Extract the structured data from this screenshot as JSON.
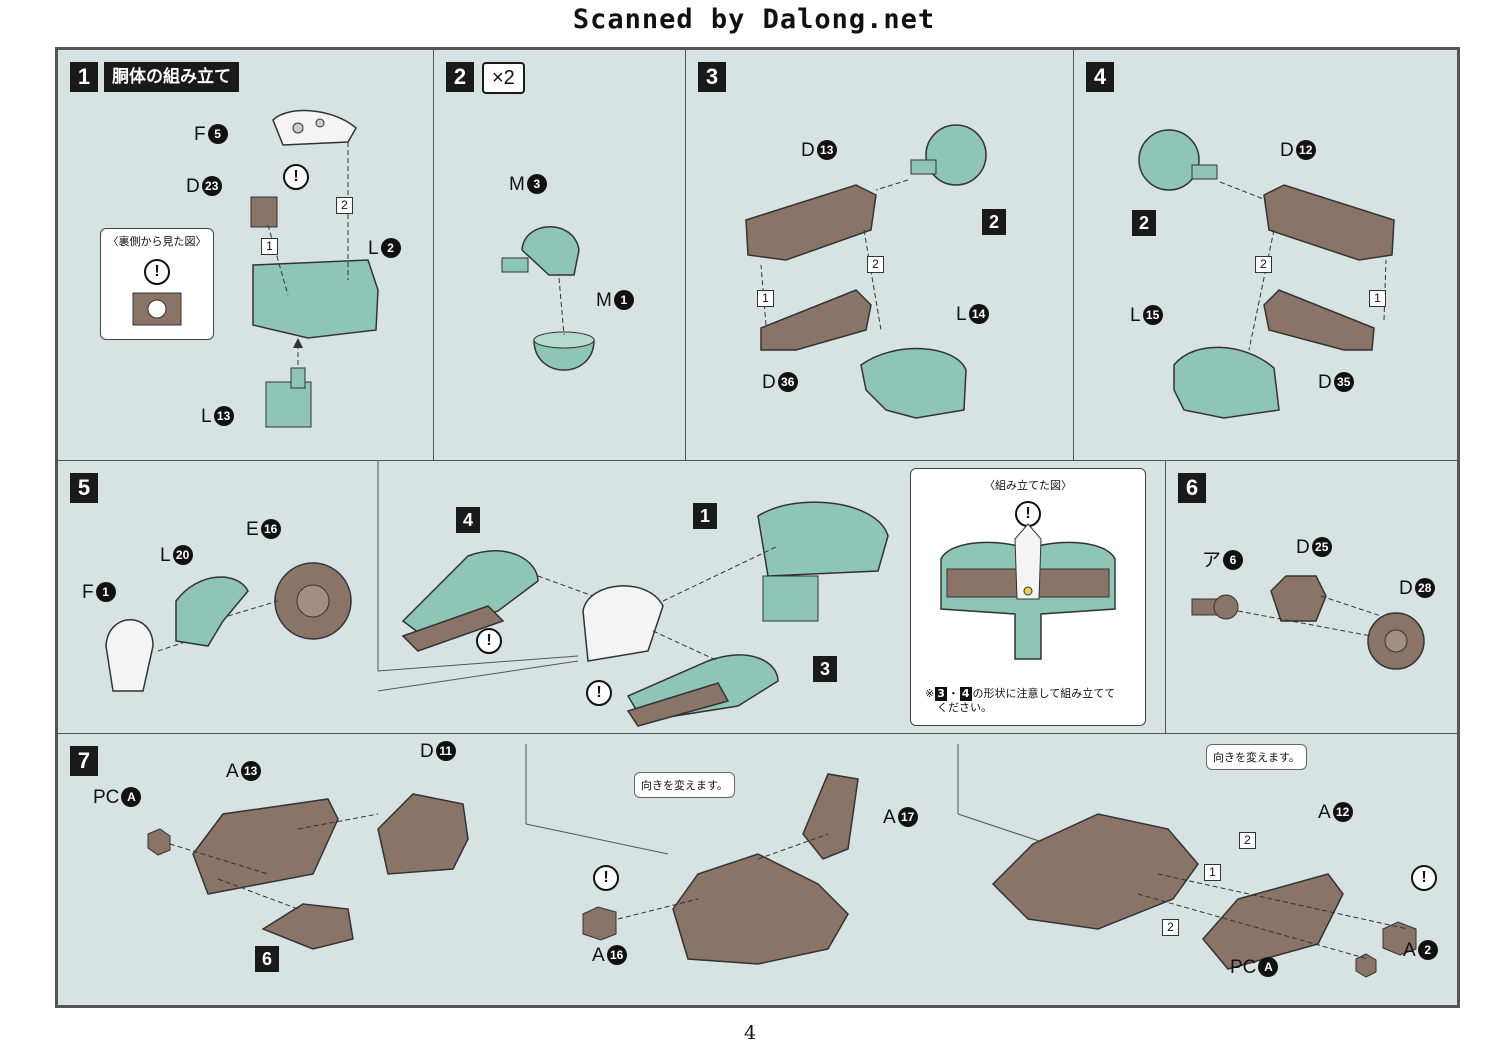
{
  "header": {
    "text": "Scanned by Dalong.net"
  },
  "page_number": "4",
  "step1": {
    "num": "1",
    "title": "胴体の組み立て",
    "parts": {
      "f": "F",
      "f_n": "5",
      "d": "D",
      "d_n": "23",
      "l1": "L",
      "l1_n": "2",
      "l2": "L",
      "l2_n": "13"
    },
    "inset_title": "〈裏側から見た図〉",
    "order1": "1",
    "order2": "2",
    "warn": "!"
  },
  "step2": {
    "num": "2",
    "multiplier": "×2",
    "parts": {
      "m1": "M",
      "m1_n": "3",
      "m2": "M",
      "m2_n": "1"
    }
  },
  "step3": {
    "num": "3",
    "ref": "2",
    "parts": {
      "d1": "D",
      "d1_n": "13",
      "d2": "D",
      "d2_n": "36",
      "l": "L",
      "l_n": "14"
    },
    "order1": "1",
    "order2": "2"
  },
  "step4": {
    "num": "4",
    "ref": "2",
    "parts": {
      "d1": "D",
      "d1_n": "12",
      "d2": "D",
      "d2_n": "35",
      "l": "L",
      "l_n": "15"
    },
    "order1": "1",
    "order2": "2"
  },
  "step5": {
    "num": "5",
    "ref1": "4",
    "ref2": "1",
    "ref3": "3",
    "parts": {
      "f": "F",
      "f_n": "1",
      "l": "L",
      "l_n": "20",
      "e": "E",
      "e_n": "16"
    },
    "inset_title": "〈組み立てた図〉",
    "note_pre": "※",
    "note_r1": "3",
    "note_sep": "・",
    "note_r2": "4",
    "note_text": "の形状に注意して組み立てて",
    "note_text2": "ください。",
    "warn": "!"
  },
  "step6": {
    "num": "6",
    "parts": {
      "a": "ア",
      "a_n": "6",
      "d1": "D",
      "d1_n": "25",
      "d2": "D",
      "d2_n": "28"
    }
  },
  "step7": {
    "num": "7",
    "ref": "6",
    "parts": {
      "pc1": "PC",
      "pc1_n": "A",
      "a13": "A",
      "a13_n": "13",
      "d11": "D",
      "d11_n": "11",
      "a17": "A",
      "a17_n": "17",
      "a16": "A",
      "a16_n": "16",
      "a12": "A",
      "a12_n": "12",
      "a2": "A",
      "a2_n": "2",
      "pc2": "PC",
      "pc2_n": "A"
    },
    "callout1": "向きを変えます。",
    "callout2": "向きを変えます。",
    "order1": "1",
    "order2": "2",
    "order2b": "2",
    "warn": "!"
  },
  "colors": {
    "panel_bg": "#d7e3e3",
    "green_part": "#8ec5b5",
    "brown_part": "#8a7468",
    "white_part": "#f4f4f4"
  }
}
